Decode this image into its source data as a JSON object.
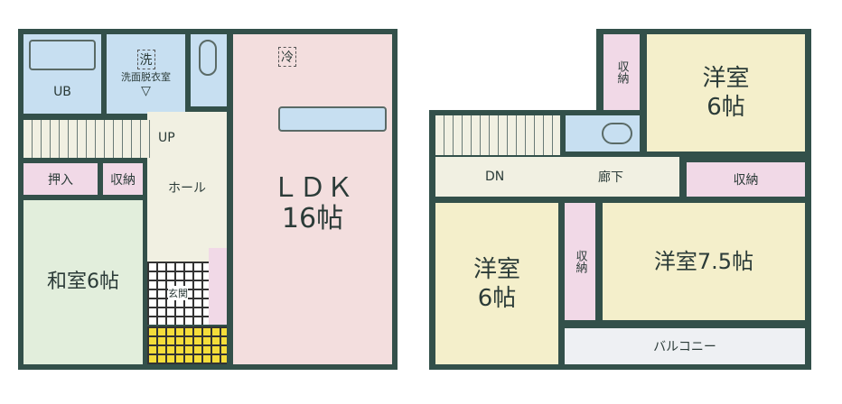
{
  "floor1": {
    "unit_bath": "UB",
    "washer_mark": "洗",
    "washroom": "洗面脱衣室",
    "fridge_mark": "冷",
    "ldk": {
      "name": "ＬＤＫ",
      "size": "16帖"
    },
    "stairs_up": "UP",
    "oshiire": "押入",
    "storage": "収納",
    "hall": "ホール",
    "washitsu": "和室6帖",
    "entrance": "玄関"
  },
  "floor2": {
    "storage_top": "収納",
    "room_top": {
      "name": "洋室",
      "size": "6帖"
    },
    "stairs_down": "DN",
    "corridor": "廊下",
    "storage_right": "収納",
    "room_left": {
      "name": "洋室",
      "size": "6帖"
    },
    "storage_mid": "収納",
    "room_main": "洋室7.5帖",
    "balcony": "バルコニー"
  },
  "colors": {
    "wall": "#33504a",
    "ldk": "#f3dede",
    "washitsu": "#e2eedc",
    "western_room": "#f4efcb",
    "wet_area": "#c7dff1",
    "storage": "#f1d9e7"
  }
}
